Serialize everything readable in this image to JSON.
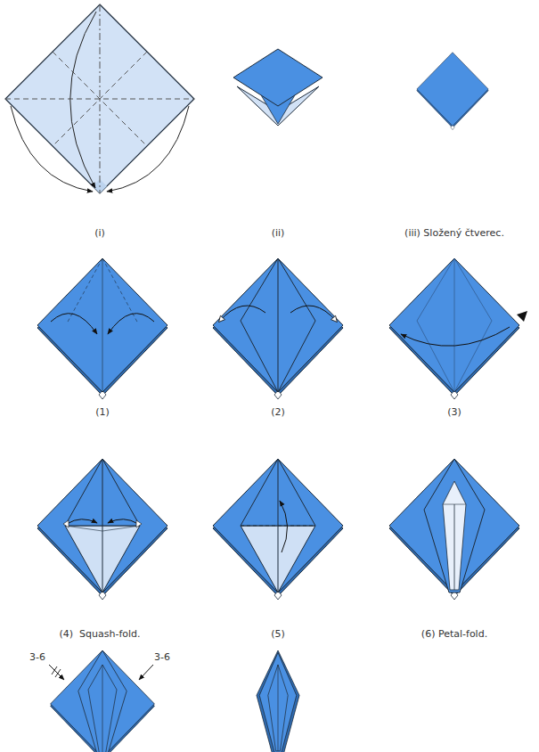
{
  "diagram": {
    "labels": [
      "(i)",
      "(ii)",
      "(iii) Složený čtverec.",
      "(1)",
      "(2)",
      "(3)",
      "(4)  Squash-fold.",
      "(5)",
      "(6) Petal-fold.",
      "3-6",
      "3-6"
    ]
  }
}
